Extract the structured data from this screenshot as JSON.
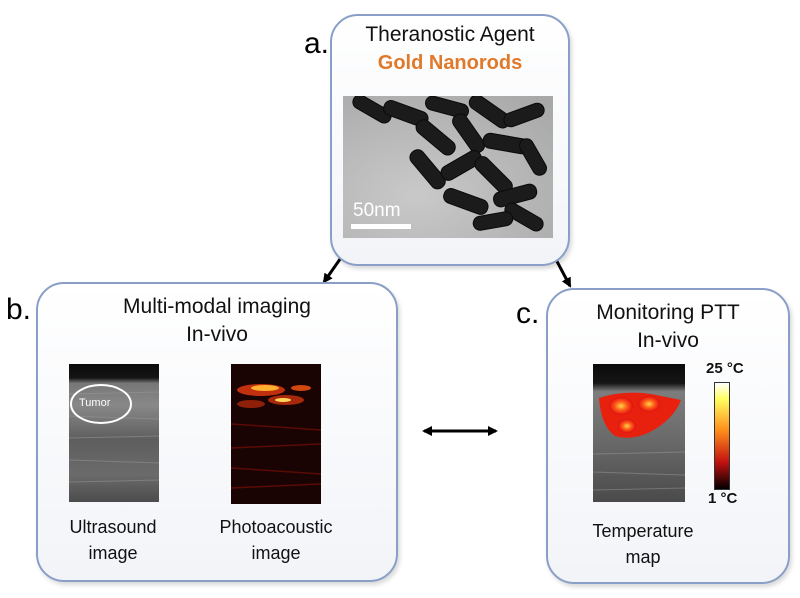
{
  "panel_a": {
    "letter": "a.",
    "title": "Theranostic Agent",
    "subtitle": "Gold Nanorods",
    "subtitle_color": "#e0792a",
    "scale_bar": "50nm"
  },
  "panel_b": {
    "letter": "b.",
    "title_line1": "Multi-modal imaging",
    "title_line2": "In-vivo",
    "tumor_label": "Tumor",
    "caption_left_line1": "Ultrasound",
    "caption_left_line2": "image",
    "caption_right_line1": "Photoacoustic",
    "caption_right_line2": "image"
  },
  "panel_c": {
    "letter": "c.",
    "title_line1": "Monitoring PTT",
    "title_line2": "In-vivo",
    "scale_max": "25 °C",
    "scale_min": "1 °C",
    "caption_line1": "Temperature",
    "caption_line2": "map"
  }
}
